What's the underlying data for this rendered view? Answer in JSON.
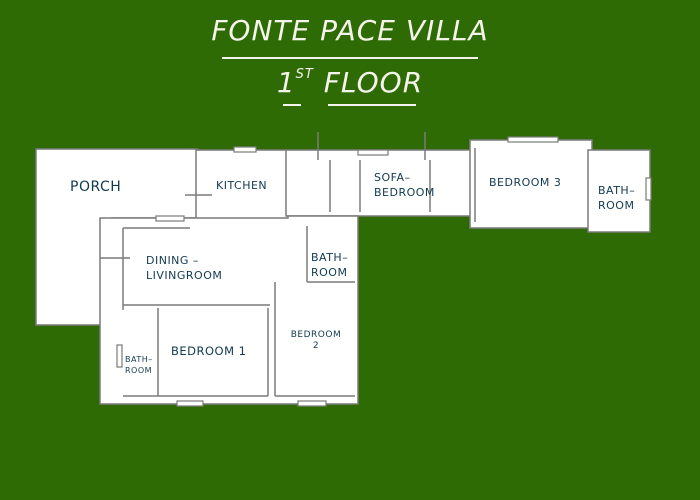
{
  "title": {
    "line1": "FONTE PACE  VILLA",
    "floor_num": "1",
    "floor_sup": "ST",
    "floor_word": "FLOOR"
  },
  "colors": {
    "background": "#2e6b04",
    "plan_fill": "#ffffff",
    "wall": "#7a7a7a",
    "label": "#123a4f",
    "title": "#f4f4ec"
  },
  "rooms": {
    "porch": "PORCH",
    "kitchen": "KITCHEN",
    "sofa_bedroom_1": "SOFA–",
    "sofa_bedroom_2": "BEDROOM",
    "bedroom3": "BEDROOM 3",
    "bath_east_1": "BATH–",
    "bath_east_2": "ROOM",
    "dining_1": "DINING –",
    "dining_2": "LIVINGROOM",
    "bath_center_1": "BATH–",
    "bath_center_2": "ROOM",
    "bedroom1": "BEDROOM 1",
    "bath_west_1": "BATH–",
    "bath_west_2": "ROOM",
    "bedroom2_1": "BEDROOM",
    "bedroom2_2": "2"
  }
}
